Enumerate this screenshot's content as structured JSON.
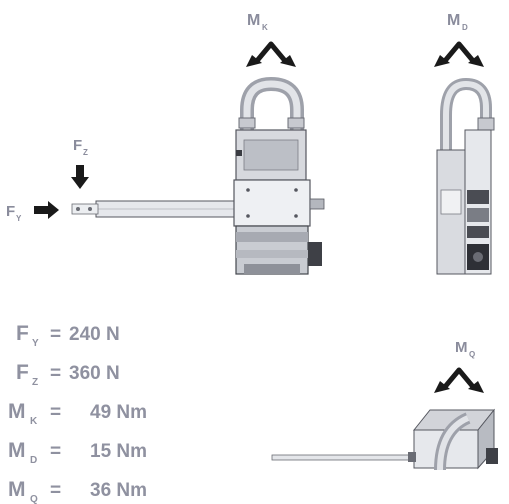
{
  "moment_labels": {
    "mk": {
      "main": "M",
      "sub": "K"
    },
    "md": {
      "main": "M",
      "sub": "D"
    },
    "mq": {
      "main": "M",
      "sub": "Q"
    }
  },
  "force_labels": {
    "fz": {
      "main": "F",
      "sub": "Z"
    },
    "fy": {
      "main": "F",
      "sub": "Y"
    }
  },
  "specs": [
    {
      "symbol": "F",
      "sub": "Y",
      "eq": "=",
      "value": "240 N"
    },
    {
      "symbol": "F",
      "sub": "Z",
      "eq": "=",
      "value": "360 N"
    },
    {
      "symbol": "M",
      "sub": "K",
      "eq": "=",
      "value": "49 Nm"
    },
    {
      "symbol": "M",
      "sub": "D",
      "eq": "=",
      "value": "15 Nm"
    },
    {
      "symbol": "M",
      "sub": "Q",
      "eq": "=",
      "value": "36 Nm"
    }
  ],
  "colors": {
    "label_gray": "#8a8c9c",
    "arrow": "#1a1a1a",
    "metal_light": "#e4e6ea",
    "metal_mid": "#b9bcc4",
    "metal_dark": "#5e6068"
  }
}
